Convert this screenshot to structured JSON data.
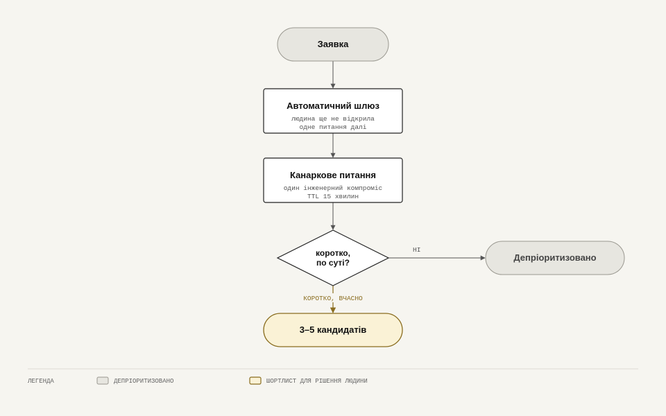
{
  "colors": {
    "background": "#f6f5f0",
    "node_fill": "#ffffff",
    "node_stroke": "#222222",
    "terminal_fill": "#e7e6e0",
    "terminal_stroke": "#9a9890",
    "accent_fill": "#faf2d6",
    "accent_stroke": "#8a6d1f",
    "accent_text": "#8a6d1f",
    "edge": "#555555"
  },
  "nodes": {
    "start": {
      "title": "Заявка"
    },
    "gate": {
      "title": "Автоматичний шлюз",
      "line1": "людина ще не відкрила",
      "line2": "одне питання далі"
    },
    "canary": {
      "title": "Канаркове питання",
      "line1": "один інженерний компроміс",
      "line2": "TTL 15 хвилин"
    },
    "decision": {
      "line1": "коротко,",
      "line2": "по суті?"
    },
    "deprioritized": {
      "title": "Депріоритизовано"
    },
    "shortlist": {
      "title": "3–5 кандидатів"
    }
  },
  "edges": {
    "no_label": "НІ",
    "yes_label": "КОРОТКО, ВЧАСНО"
  },
  "legend": {
    "title": "ЛЕГЕНДА",
    "items": [
      {
        "label": "ДЕПРІОРИТИЗОВАНО"
      },
      {
        "label": "ШОРТЛИСТ ДЛЯ РІШЕННЯ ЛЮДИНИ"
      }
    ]
  }
}
